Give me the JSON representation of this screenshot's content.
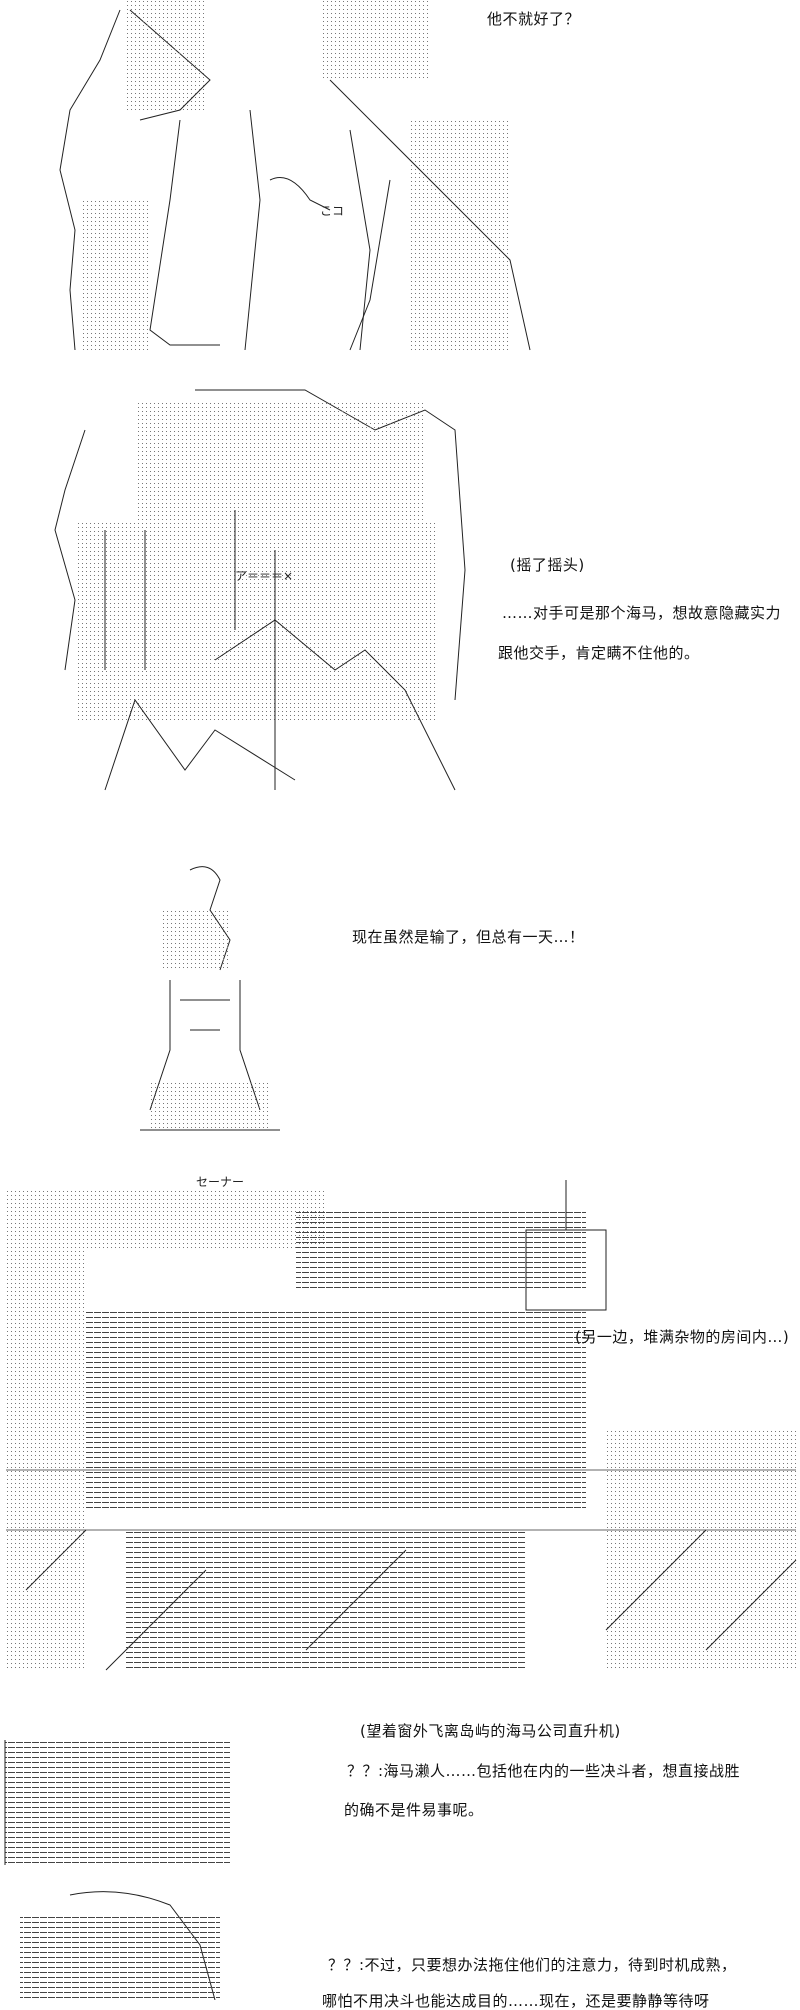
{
  "panels": [
    {
      "lines": [
        "他不就好了？"
      ]
    },
    {
      "lines": [
        "(摇了摇头)",
        "……对手可是那个海马，想故意隐藏实力",
        "跟他交手，肯定瞒不住他的。"
      ]
    },
    {
      "lines": [
        "现在虽然是输了，但总有一天…！"
      ]
    },
    {
      "lines": [
        "(另一边，堆满杂物的房间内…)"
      ]
    },
    {
      "lines": [
        "(望着窗外飞离岛屿的海马公司直升机)",
        "？？:海马濑人……包括他在内的一些决斗者，想直接战胜",
        "的确不是件易事呢。"
      ]
    },
    {
      "lines": [
        "？？:不过，只要想办法拖住他们的注意力，待到时机成熟，",
        "哪怕不用决斗也能达成目的……现在，还是要静静等待呀"
      ]
    }
  ],
  "art_labels": [
    "こコ",
    "ア＝＝＝×",
    "セーナー"
  ]
}
